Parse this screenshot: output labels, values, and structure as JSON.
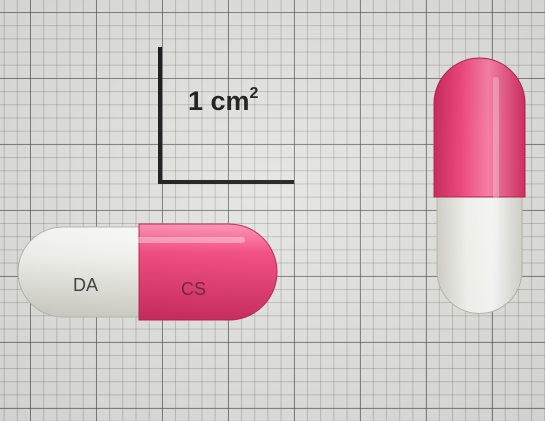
{
  "scale": {
    "label": "1 cm",
    "superscript": "2",
    "color": "#111111"
  },
  "capsule_horizontal": {
    "imprint_white": "DA",
    "imprint_pink": "CS",
    "white_color": "#f4f4ee",
    "pink_color": "#f23a72",
    "imprint_white_color": "#3b3b3b",
    "imprint_pink_color": "#6a1530"
  },
  "capsule_vertical": {
    "white_color": "#f4f4ee",
    "pink_color": "#f23a72"
  },
  "background": {
    "paper_color": "#e3e3df",
    "grid_color": "#464646"
  }
}
